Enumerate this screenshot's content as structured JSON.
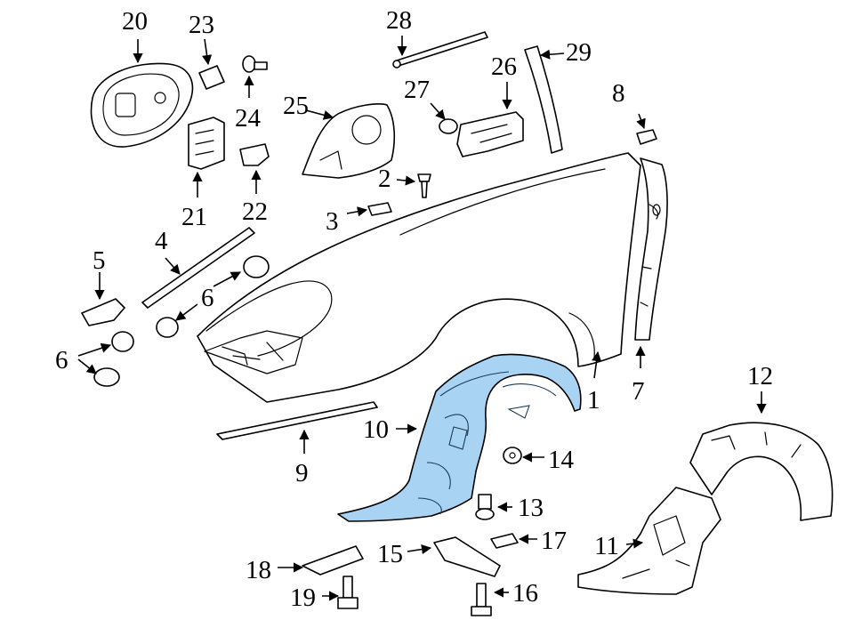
{
  "highlight_color": "#a9d3f2",
  "callouts": {
    "c1": "1",
    "c2": "2",
    "c3": "3",
    "c4": "4",
    "c5": "5",
    "c6a": "6",
    "c6b": "6",
    "c7": "7",
    "c8": "8",
    "c9": "9",
    "c10": "10",
    "c11": "11",
    "c12": "12",
    "c13": "13",
    "c14": "14",
    "c15": "15",
    "c16": "16",
    "c17": "17",
    "c18": "18",
    "c19": "19",
    "c20": "20",
    "c21": "21",
    "c22": "22",
    "c23": "23",
    "c24": "24",
    "c25": "25",
    "c26": "26",
    "c27": "27",
    "c28": "28",
    "c29": "29"
  }
}
